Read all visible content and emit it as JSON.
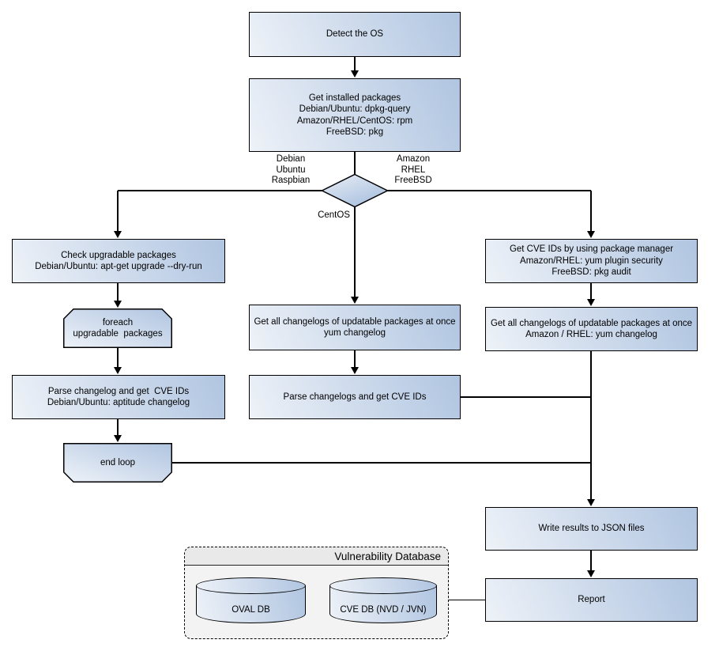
{
  "nodes": {
    "detect_os": {
      "lines": [
        "Detect the OS"
      ]
    },
    "get_installed_packages": {
      "lines": [
        "Get installed packages",
        "Debian/Ubuntu: dpkg-query",
        "Amazon/RHEL/CentOS: rpm",
        "FreeBSD: pkg"
      ]
    },
    "check_upgradable_packages": {
      "lines": [
        "Check upgradable packages",
        "Debian/Ubuntu: apt-get upgrade --dry-run"
      ]
    },
    "foreach_loop_start": {
      "lines": [
        "foreach",
        "upgradable  packages"
      ]
    },
    "parse_changelog_deb": {
      "lines": [
        "Parse changelog and get  CVE IDs",
        "Debian/Ubuntu: aptitude changelog"
      ]
    },
    "end_loop": {
      "lines": [
        "end loop"
      ]
    },
    "get_changelogs_centos": {
      "lines": [
        "Get all changelogs of updatable packages at once",
        "yum changelog"
      ]
    },
    "parse_changelogs_centos": {
      "lines": [
        "Parse changelogs and get CVE IDs"
      ]
    },
    "get_cve_ids_pkg_manager": {
      "lines": [
        "Get CVE IDs by using package manager",
        "Amazon/RHEL: yum plugin security",
        "FreeBSD: pkg audit"
      ]
    },
    "get_changelogs_amazon": {
      "lines": [
        "Get all changelogs of updatable packages at once",
        "Amazon / RHEL: yum changelog"
      ]
    },
    "write_results": {
      "lines": [
        "Write results to JSON files"
      ]
    },
    "report": {
      "lines": [
        "Report"
      ]
    }
  },
  "edge_labels": {
    "left_branch": {
      "lines": [
        "Debian",
        "Ubuntu",
        "Raspbian"
      ]
    },
    "right_branch": {
      "lines": [
        "Amazon",
        "RHEL",
        "FreeBSD"
      ]
    },
    "bottom_branch": {
      "label": "CentOS"
    }
  },
  "database_group": {
    "title": "Vulnerability Database",
    "cylinders": [
      {
        "label": "OVAL DB"
      },
      {
        "label": "CVE DB (NVD / JVN)"
      }
    ]
  },
  "colors": {
    "node_gradient_light": "#eef2f8",
    "node_gradient_blue": "#b0c5e1",
    "line": "#000000",
    "group_background": "#f3f3f3",
    "group_header_background": "#e9e9e9"
  }
}
